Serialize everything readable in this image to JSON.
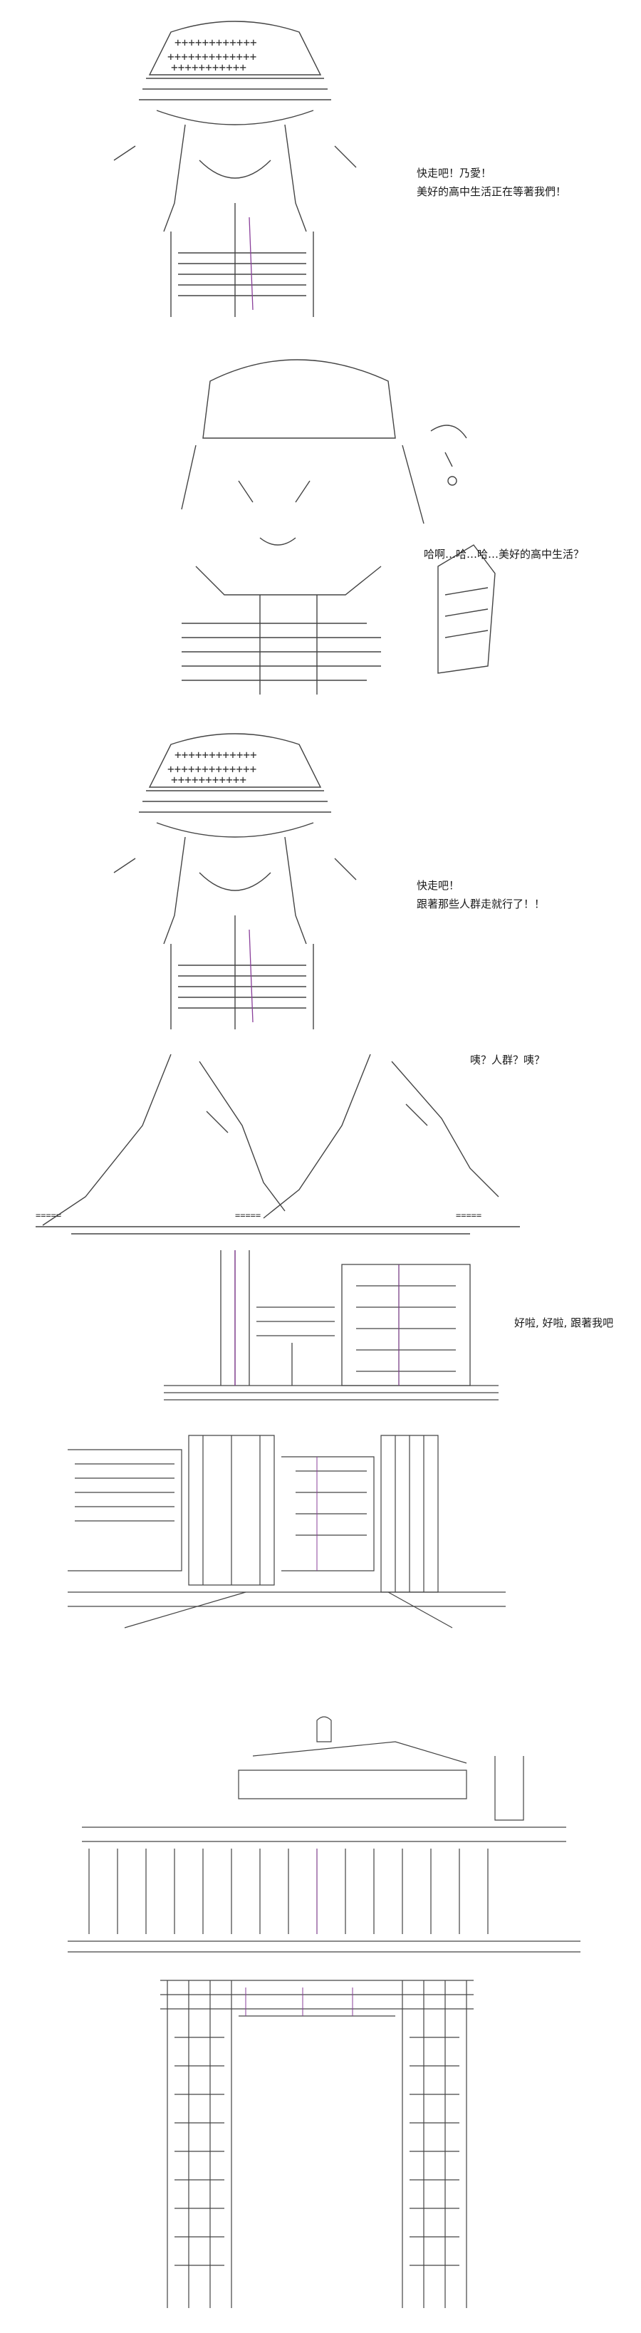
{
  "panels": [
    {
      "id": "p1",
      "lines": [
        "快走吧！乃愛！",
        "美好的高中生活正在等著我們！"
      ]
    },
    {
      "id": "p2",
      "lines": [
        "哈啊…哈…哈…美好的高中生活？"
      ]
    },
    {
      "id": "p3",
      "lines": [
        "快走吧！",
        "跟著那些人群走就行了！！"
      ]
    },
    {
      "id": "p4",
      "lines": [
        "咦？人群？咦？"
      ]
    },
    {
      "id": "p5",
      "lines": [
        "好啦, 好啦, 跟著我吧"
      ]
    },
    {
      "id": "p6",
      "lines": []
    },
    {
      "id": "p7",
      "lines": []
    },
    {
      "id": "p8",
      "lines": []
    }
  ],
  "colors": {
    "ink": "#1a1a1a",
    "accent": "#8a3f9a",
    "paper": "#ffffff"
  }
}
